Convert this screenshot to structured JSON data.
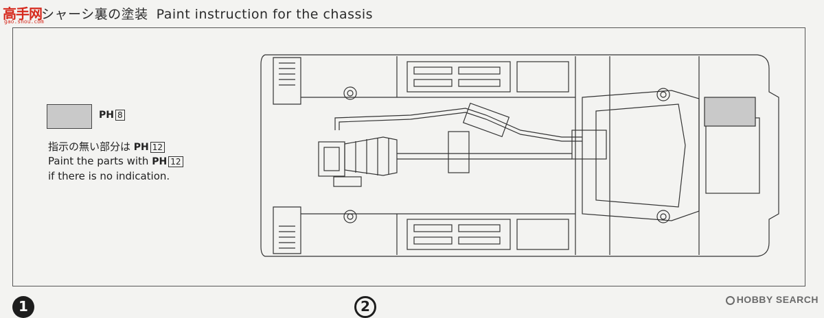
{
  "header": {
    "title_ja": "シャーシ裏の塗装",
    "title_en": "Paint instruction for the chassis"
  },
  "logo": {
    "text": "高手网",
    "url": "gao.shou.com"
  },
  "legend": {
    "swatch_code_prefix": "PH",
    "swatch_code_number": "8",
    "swatch_color": "#c9c9c9"
  },
  "note": {
    "line1_ja": "指示の無い部分は",
    "line2_en": "Paint the parts with",
    "line3_en": "if there is no indication.",
    "code_prefix": "PH",
    "code_number": "12"
  },
  "steps": [
    "1",
    "2"
  ],
  "watermark": "HOBBY SEARCH"
}
